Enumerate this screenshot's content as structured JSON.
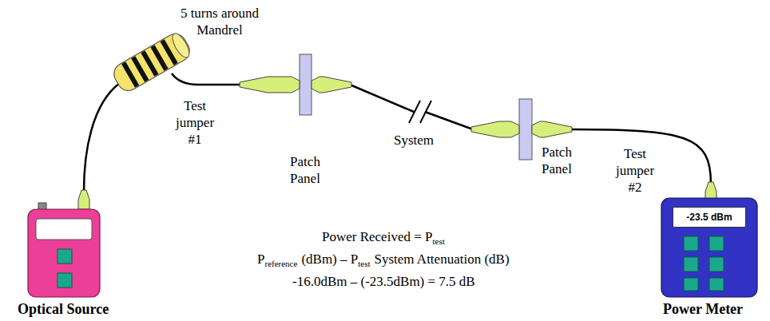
{
  "diagram": {
    "nodes": [
      {
        "text": [
          "-23.5 dBm"
        ]
      }
    ],
    "labels": [
      "5 turns around Mandrel",
      "Test jumper #1",
      "Patch Panel",
      "System",
      "Patch Panel",
      "Test jumper #2",
      "Optical Source",
      "Power Meter",
      "Power Received = P",
      "test",
      "P",
      "reference",
      "(dBm) – P",
      "test",
      "System Attenuation (dB)",
      "-16.0dBm – (-23.5dBm) = 7.5 dB"
    ]
  }
}
